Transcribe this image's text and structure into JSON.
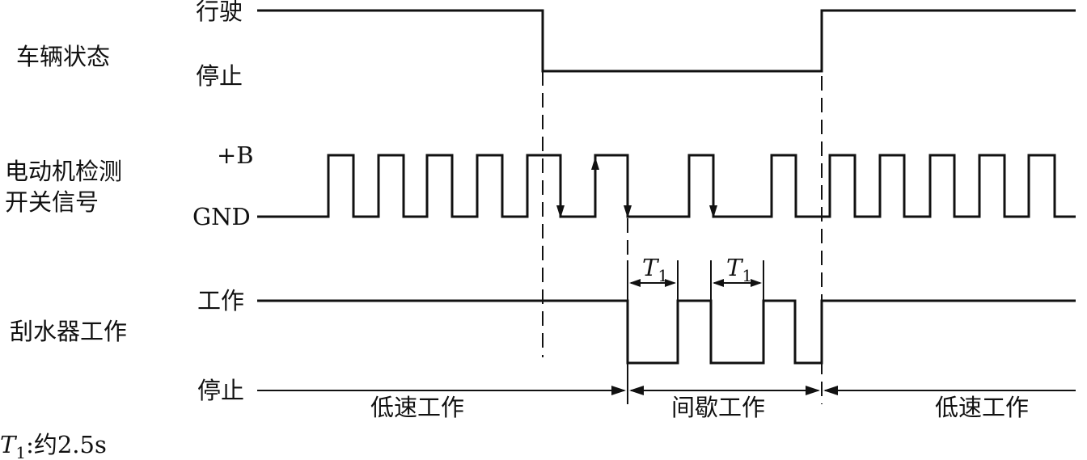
{
  "rows": {
    "vehicle": {
      "label": "车辆状态",
      "high": "行驶",
      "low": "停止"
    },
    "motor": {
      "label_line1": "电动机检测",
      "label_line2": "开关信号",
      "high": "+B",
      "low": "GND"
    },
    "wiper": {
      "label": "刮水器工作",
      "high": "工作",
      "low": "停止"
    }
  },
  "phases": [
    "低速工作",
    "间歇工作",
    "低速工作"
  ],
  "timing": {
    "symbol": "T",
    "subscript": "1",
    "note_value": ":约2.5s"
  }
}
